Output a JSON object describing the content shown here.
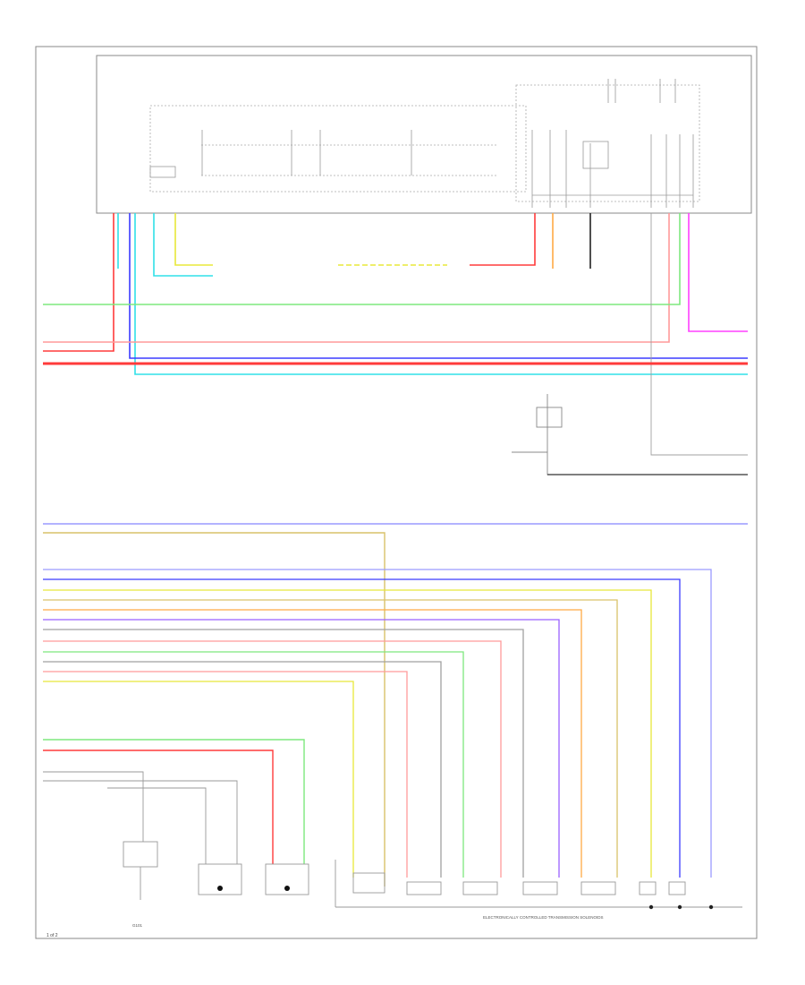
{
  "labels": {
    "left_ground_cluster": "G101",
    "bottom_center_component": "ELECTRONICALLY CONTROLLED TRANSMISSION SOLENOIDS",
    "page_number": "1 of 2"
  },
  "colors": {
    "red": "#ff3b3b",
    "pink": "#ff9a9a",
    "blue": "#3b3bff",
    "cyan": "#30e0e8",
    "yellow": "#e8e83a",
    "green": "#7ee87e",
    "orange": "#ffaa44",
    "tan": "#d9c26a",
    "magenta": "#ff40ff",
    "gray": "#a0a0a0",
    "black": "#222222",
    "violet": "#9a60ff"
  }
}
